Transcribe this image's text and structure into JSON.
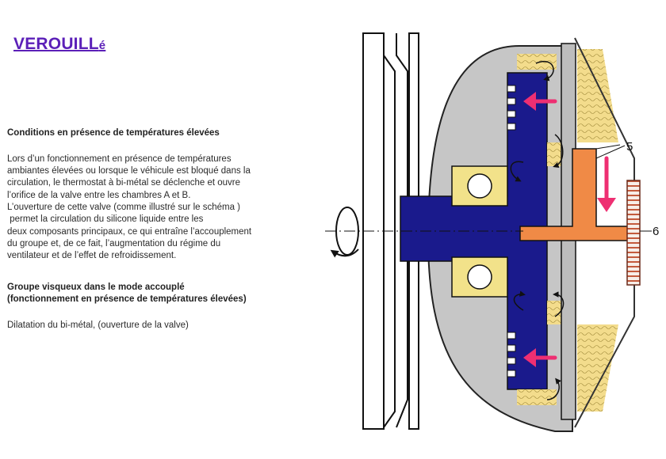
{
  "title_main": "VEROUILL",
  "title_suffix": "é",
  "section1": {
    "heading": "Conditions en présence de températures élevées",
    "lines": [
      "Lors d’un fonctionnement en présence de températures",
      "ambiantes élevées ou lorsque le véhicule est bloqué dans la",
      "circulation, le thermostat à bi-métal se déclenche et ouvre",
      "l’orifice de la valve entre les chambres A et B.",
      "L’ouverture de cette valve (comme illustré sur le schéma )",
      " permet la circulation du silicone liquide entre les",
      "deux composants principaux, ce qui entraîne l’accouplement",
      "du groupe et, de ce fait, l’augmentation du régime du",
      "ventilateur et de l’effet de refroidissement."
    ]
  },
  "section2": {
    "heading_line1": "Groupe visqueux dans le mode accouplé",
    "heading_line2": "(fonctionnement en présence de températures élevées)",
    "text": "Dilatation du bi-métal, (ouverture de la valve)"
  },
  "diagram": {
    "label_5": "5",
    "label_6": "6",
    "colors": {
      "housing": "#c6c6c6",
      "shaft": "#1a1a8c",
      "bearing": "#f2e28a",
      "fluid": "#f3dc8c",
      "valve": "#f08a46",
      "arrow": "#ee2f72",
      "bimetal": "#d9a38a"
    }
  }
}
